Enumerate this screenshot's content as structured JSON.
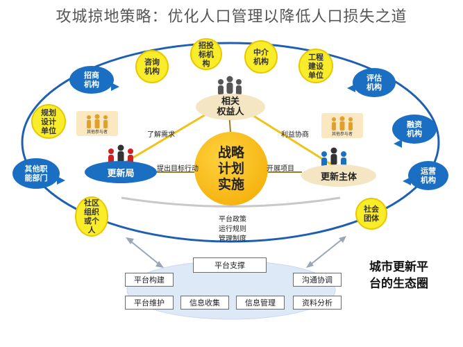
{
  "title": "攻城掠地策略：优化人口管理以降低人口损失之道",
  "ring_nodes": [
    {
      "id": "zixun",
      "label": "咨询\n机构"
    },
    {
      "id": "zhaotou",
      "label": "招投\n标机\n构"
    },
    {
      "id": "zhongjie",
      "label": "中介\n机构"
    },
    {
      "id": "gongcheng",
      "label": "工程\n建设\n单位"
    },
    {
      "id": "guihua",
      "label": "规划\n设计\n单位"
    },
    {
      "id": "shequzuzhi",
      "label": "社区\n组织\n或个\n人"
    },
    {
      "id": "shehuituanti",
      "label": "社会\n团体"
    }
  ],
  "bubbles": [
    {
      "id": "zhaoshang",
      "label": "招商\n机构"
    },
    {
      "id": "pinggu",
      "label": "评估\n机构"
    },
    {
      "id": "rongzi",
      "label": "融资\n机构"
    },
    {
      "id": "qitazhineng",
      "label": "其他职\n能部门"
    },
    {
      "id": "yunying",
      "label": "运营\n机构"
    }
  ],
  "center": {
    "label": "战略\n计划\n实施"
  },
  "stakeholder": {
    "label": "相关\n权益人"
  },
  "renewal_bureau": {
    "label": "更新局"
  },
  "renewal_subject": {
    "label": "更新主体"
  },
  "people_card_caption": "其他参与者",
  "edge_labels": {
    "understand": "了解需求",
    "interest": "利益协商",
    "goals": "提出目标行动",
    "projects": "开展项目"
  },
  "policy_lines": [
    "平台政策",
    "运行规则",
    "管理制度"
  ],
  "platform": {
    "support": "平台支撑",
    "build": "平台构建",
    "maintain": "平台维护",
    "collect": "信息收集",
    "manage": "信息管理",
    "communicate": "沟通协调",
    "analyze": "资料分析"
  },
  "ecosystem_label": "城市更新平\n台的生态圈",
  "colors": {
    "yellow": "#f9ec2a",
    "blue": "#1a6fc3",
    "orange": "#f2a900",
    "ring": "#1f5fb0"
  }
}
